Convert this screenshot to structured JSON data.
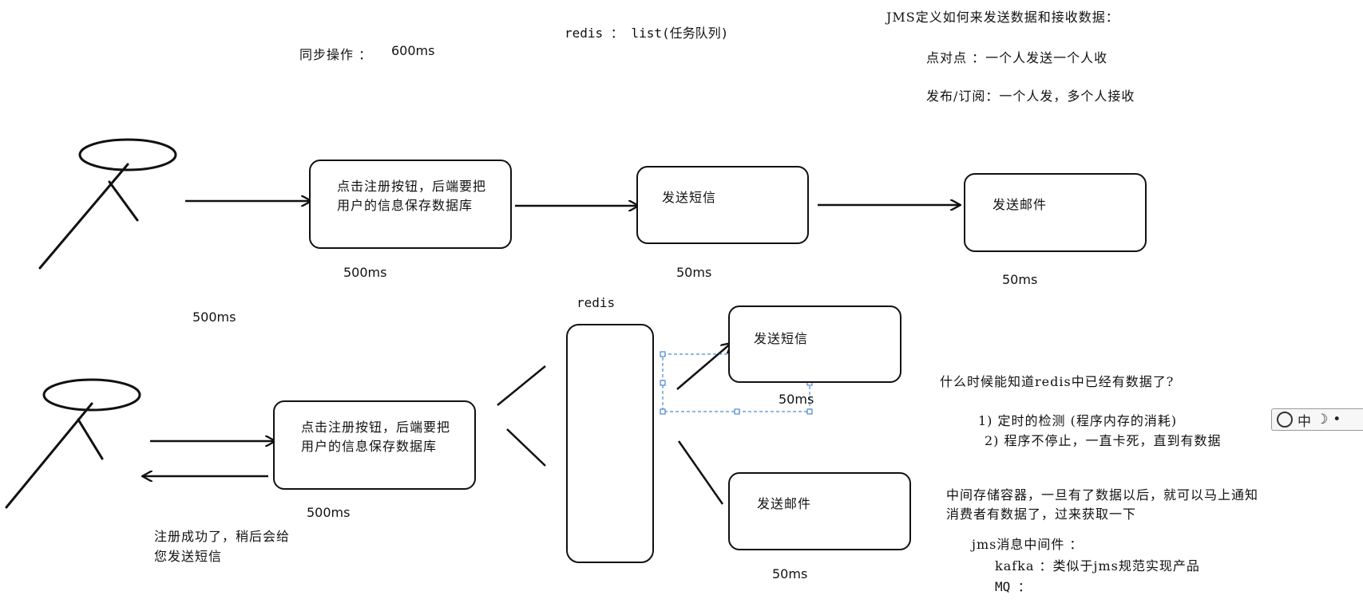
{
  "top_texts": {
    "sync_label": "同步操作 ：",
    "sync_time": "600ms",
    "redis_list": "redis ：  list(任务队列)",
    "jms_title": "JMS定义如何来发送数据和接收数据：",
    "p2p": "点对点 ：一个人发送一个人收",
    "pubsub": "发布/订阅：一个人发，多个人接收"
  },
  "row1": {
    "register_box": "点击注册按钮，后端要把用户的信息保存数据库",
    "sms_box": "发送短信",
    "mail_box": "发送邮件",
    "t_register": "500ms",
    "t_sms": "50ms",
    "t_mail": "50ms"
  },
  "row2": {
    "left_time": "500ms",
    "redis_label": "redis",
    "register_box": "点击注册按钮，后端要把用户的信息保存数据库",
    "t_register": "500ms",
    "success_msg_1": "注册成功了，稍后会给",
    "success_msg_2": "您发送短信",
    "sms_box": "发送短信",
    "t_sms": "50ms",
    "mail_box": "发送邮件",
    "t_mail": "50ms"
  },
  "right_notes": {
    "question": "什么时候能知道redis中已经有数据了?",
    "opt1": "1) 定时的检测 (程序内存的消耗)",
    "opt2": "2) 程序不停止，一直卡死，直到有数据",
    "mid_1": "中间存储容器，一旦有了数据以后，就可以马上通知",
    "mid_2": "消费者有数据了，过来获取一下",
    "jms_mw": "jms消息中间件 ：",
    "kafka": "kafka ：类似于jms规范实现产品",
    "mq": "MQ ："
  },
  "ime": {
    "mode": "中"
  }
}
